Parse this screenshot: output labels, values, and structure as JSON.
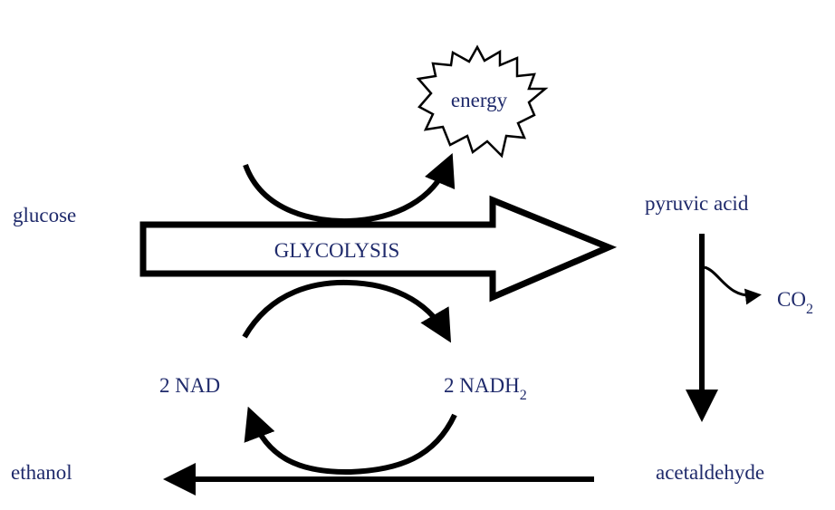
{
  "diagram": {
    "labels": {
      "glucose": "glucose",
      "glycolysis": "GLYCOLYSIS",
      "energy": "energy",
      "pyruvic_acid": "pyruvic acid",
      "co2_main": "CO",
      "co2_sub": "2",
      "nad": "2 NAD",
      "nadh2_main": "2 NADH",
      "nadh2_sub": "2",
      "ethanol": "ethanol",
      "acetaldehyde": "acetaldehyde"
    },
    "colors": {
      "text": "#1f2a6b",
      "lines": "#000000",
      "background": "#ffffff"
    }
  }
}
